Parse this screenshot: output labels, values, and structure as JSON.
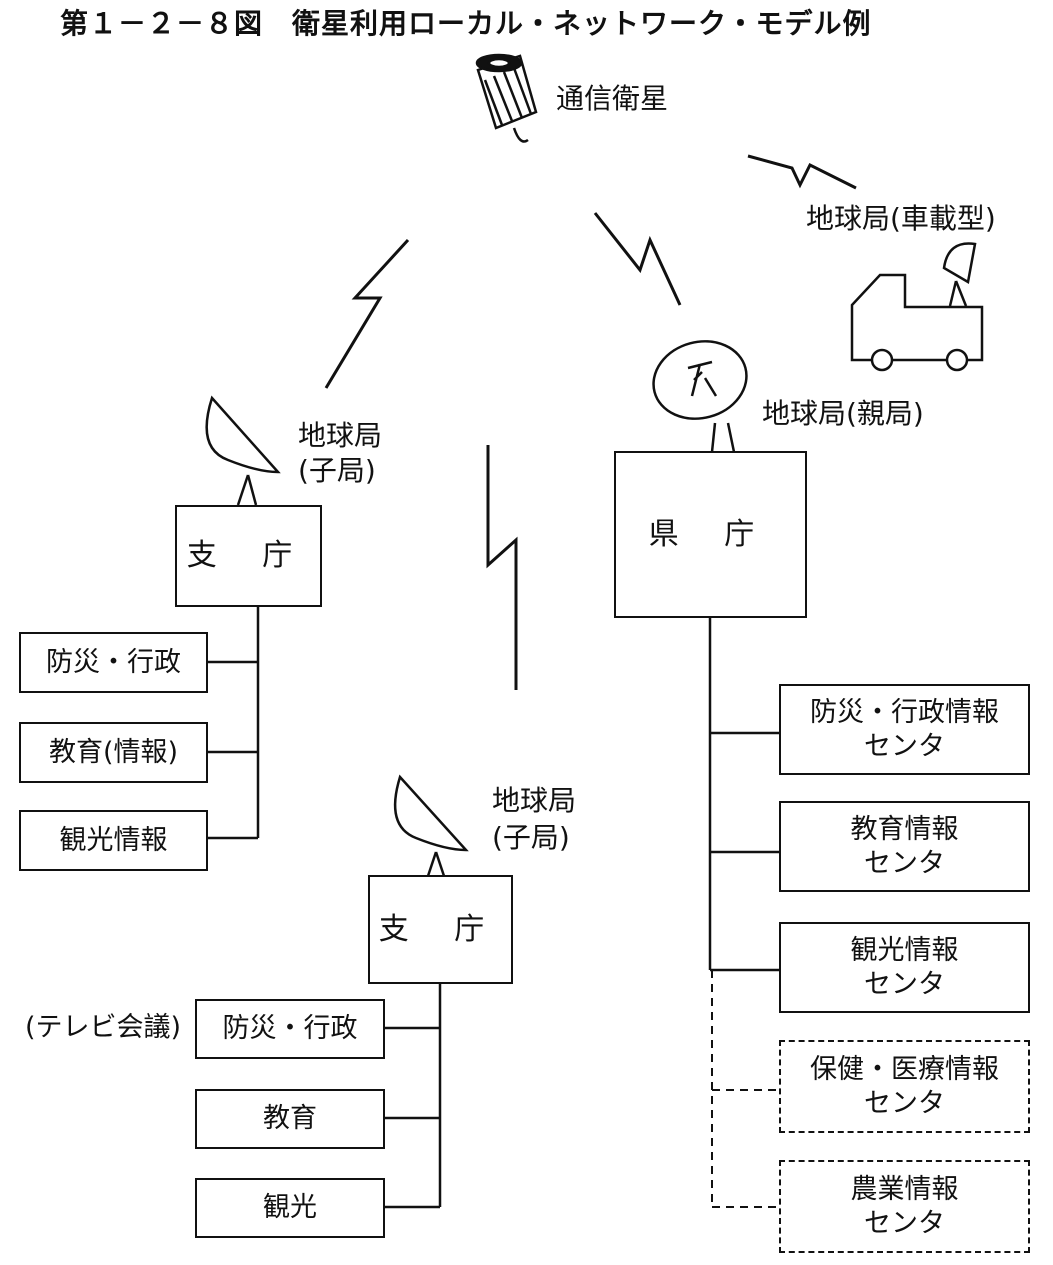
{
  "title": "第１－２－８図　衛星利用ローカル・ネットワーク・モデル例",
  "satellite": {
    "label": "通信衛星"
  },
  "stations": {
    "vehicle": "地球局(車載型)",
    "parent": "地球局(親局)",
    "child_left": [
      "地球局",
      "(子局)"
    ],
    "child_bottom": [
      "地球局",
      "(子局)"
    ]
  },
  "offices": {
    "prefecture": "県 庁",
    "branch_left": "支 庁",
    "branch_bottom": "支 庁"
  },
  "left_branch_items": [
    "防災・行政",
    "教育(情報)",
    "観光情報"
  ],
  "bottom_branch_note": "(テレビ会議)",
  "bottom_branch_items": [
    "防災・行政",
    "教育",
    "観光"
  ],
  "centers": [
    {
      "line1": "防災・行政情報",
      "line2": "センタ",
      "style": "solid"
    },
    {
      "line1": "教育情報",
      "line2": "センタ",
      "style": "solid"
    },
    {
      "line1": "観光情報",
      "line2": "センタ",
      "style": "solid"
    },
    {
      "line1": "保健・医療情報",
      "line2": "センタ",
      "style": "dashed"
    },
    {
      "line1": "農業情報",
      "line2": "センタ",
      "style": "dashed"
    }
  ]
}
